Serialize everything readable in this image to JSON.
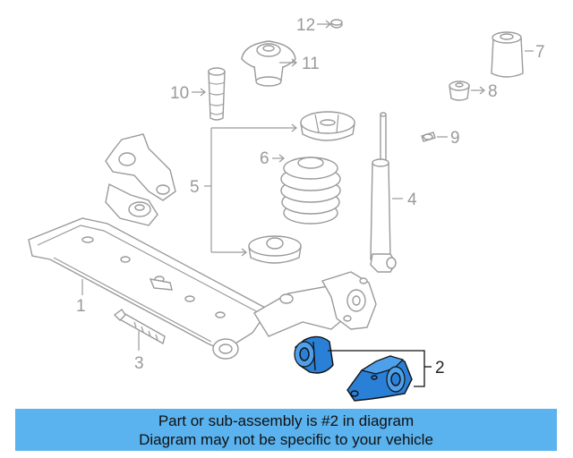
{
  "diagram": {
    "callouts": [
      {
        "id": "1",
        "label": "1"
      },
      {
        "id": "2",
        "label": "2"
      },
      {
        "id": "3",
        "label": "3"
      },
      {
        "id": "4",
        "label": "4"
      },
      {
        "id": "5",
        "label": "5"
      },
      {
        "id": "6",
        "label": "6"
      },
      {
        "id": "7",
        "label": "7"
      },
      {
        "id": "8",
        "label": "8"
      },
      {
        "id": "9",
        "label": "9"
      },
      {
        "id": "10",
        "label": "10"
      },
      {
        "id": "11",
        "label": "11"
      },
      {
        "id": "12",
        "label": "12"
      }
    ],
    "highlight_color": "#2a80d6"
  },
  "banner": {
    "line1": "Part or sub-assembly is #2 in diagram",
    "line2": "Diagram may not be specific to your vehicle",
    "background_color": "#5ab2ee"
  }
}
